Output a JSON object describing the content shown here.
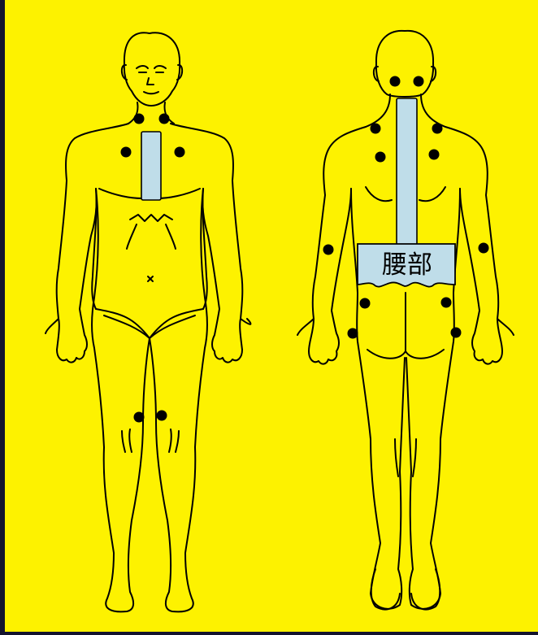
{
  "diagram": {
    "colors": {
      "background": "#fdf200",
      "frame": "#14142e",
      "outline": "#000000",
      "highlight": "#bfdde9",
      "tender_point": "#000000"
    },
    "back_label": "腰部",
    "front_tender_point_count": 6,
    "back_tender_point_count": 12
  }
}
